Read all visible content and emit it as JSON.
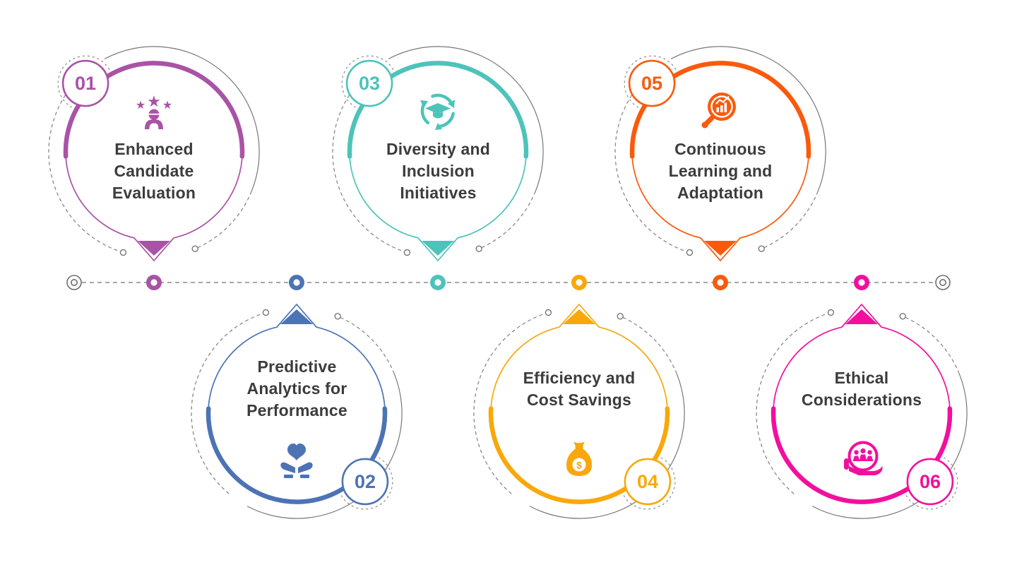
{
  "diagram": {
    "type": "circular-timeline-infographic",
    "background": "#ffffff",
    "text_color": "#3c3c3c",
    "line_color": "#8a8a8a"
  },
  "timeline": {
    "start_marker_icon": "double-circle-icon",
    "end_marker_icon": "double-circle-icon"
  },
  "nodes": [
    {
      "number": "01",
      "title": "Enhanced Candidate Evaluation",
      "icon": "candidate-rating-icon",
      "color": "#A953A6",
      "position": "top"
    },
    {
      "number": "02",
      "title": "Predictive Analytics for Performance",
      "icon": "hands-heart-icon",
      "color": "#4C73B4",
      "position": "bottom"
    },
    {
      "number": "03",
      "title": "Diversity and Inclusion Initiatives",
      "icon": "learning-cycle-icon",
      "color": "#4EC3BA",
      "position": "top"
    },
    {
      "number": "04",
      "title": "Efficiency and Cost Savings",
      "icon": "money-bag-icon",
      "color": "#F9A80B",
      "position": "bottom"
    },
    {
      "number": "05",
      "title": "Continuous Learning and Adaptation",
      "icon": "analytics-magnifier-icon",
      "color": "#FA5A0C",
      "position": "top"
    },
    {
      "number": "06",
      "title": "Ethical Considerations",
      "icon": "inclusion-hand-icon",
      "color": "#F20F9D",
      "position": "bottom"
    }
  ]
}
